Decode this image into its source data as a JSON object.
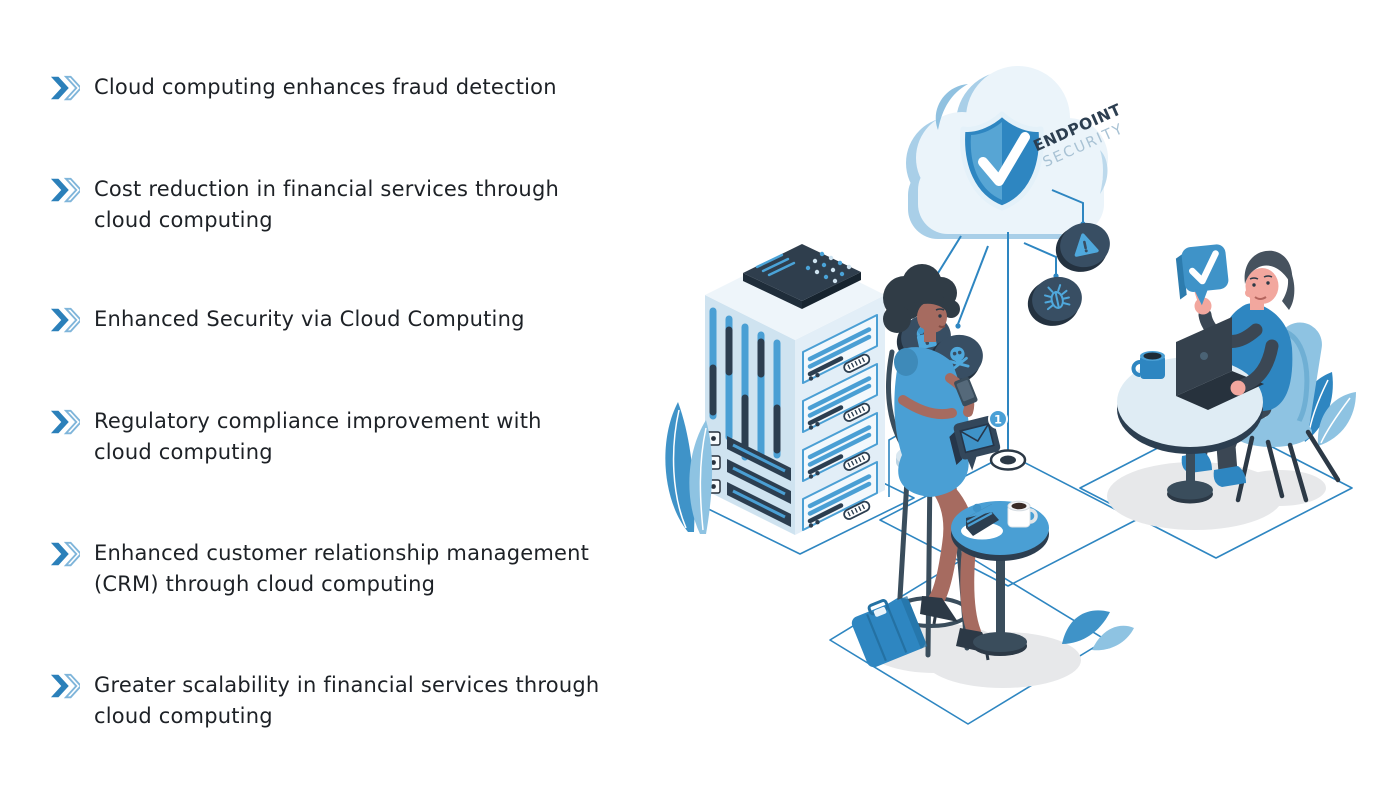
{
  "page": {
    "background": "#ffffff"
  },
  "benefits": {
    "bullet_icon": "double-chevron-right-icon",
    "text_color": "#1d2126",
    "accent_color": "#2b80ba",
    "items": [
      {
        "lines": [
          "Cloud computing enhances fraud detection"
        ]
      },
      {
        "lines": [
          "Cost reduction in financial services through",
          "cloud computing"
        ]
      },
      {
        "lines": [
          "Enhanced Security via Cloud Computing"
        ]
      },
      {
        "lines": [
          "Regulatory compliance improvement with",
          "cloud computing"
        ]
      },
      {
        "lines": [
          "Enhanced customer relationship management",
          "(CRM) through cloud computing"
        ]
      },
      {
        "lines": [
          "Greater scalability in financial services through",
          "cloud computing"
        ]
      }
    ]
  },
  "illustration": {
    "cloud_label": {
      "line1": "ENDPOINT",
      "line2": "SECURITY"
    },
    "notification_badge_count": "1",
    "icons": [
      "shield-check-icon",
      "padlock-icon",
      "skull-crossbones-icon",
      "bug-icon",
      "warning-triangle-icon",
      "email-envelope-icon",
      "checkmark-bubble-icon"
    ],
    "colors": {
      "primary_blue": "#2e86c1",
      "mid_blue": "#4a9fd4",
      "light_blue": "#8ec3e2",
      "pale_blue": "#eaf4fb",
      "navy": "#33475b",
      "shadow_gray": "#e7e8ea"
    }
  }
}
